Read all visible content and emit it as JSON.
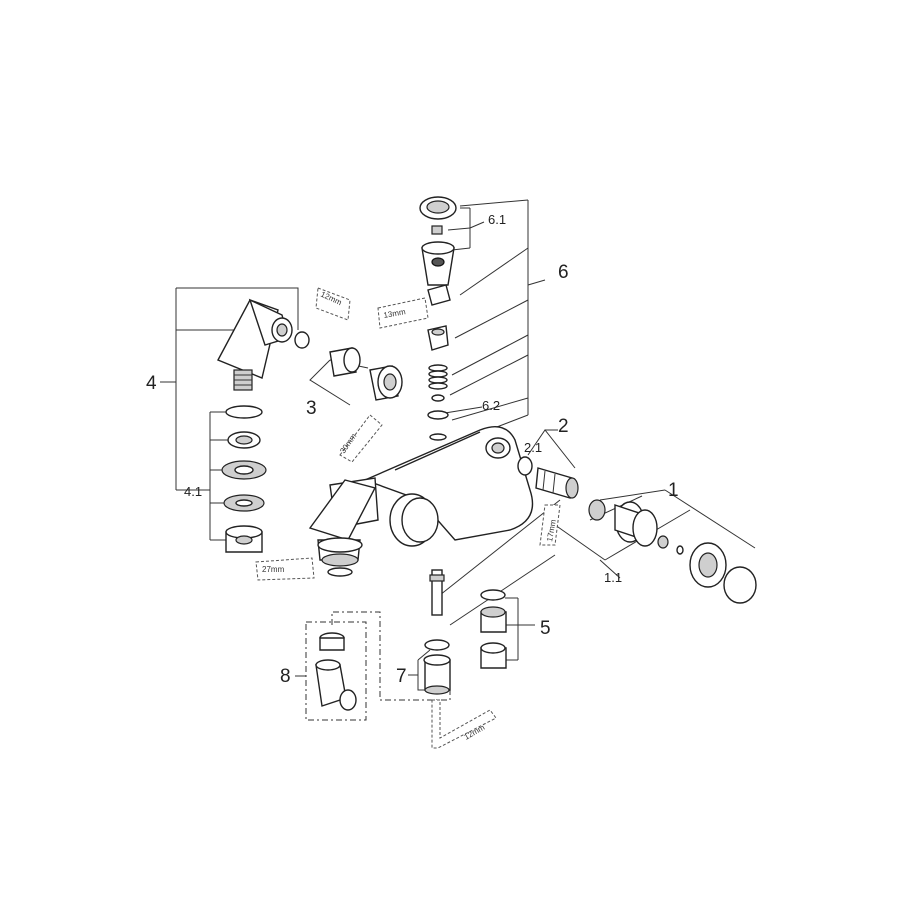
{
  "labels": {
    "part_1": "1",
    "part_1_1": "1.1",
    "part_2": "2",
    "part_2_1": "2.1",
    "part_3": "3",
    "part_4": "4",
    "part_4_1": "4.1",
    "part_5": "5",
    "part_6": "6",
    "part_6_1": "6.1",
    "part_6_2": "6.2",
    "part_7": "7",
    "part_8": "8"
  },
  "tools": {
    "wrench_12mm_top": "12mm",
    "wrench_13mm": "13mm",
    "wrench_30mm": "30mm",
    "wrench_27mm": "27mm",
    "wrench_17mm": "17mm",
    "hexkey_12mm": "12mm"
  }
}
